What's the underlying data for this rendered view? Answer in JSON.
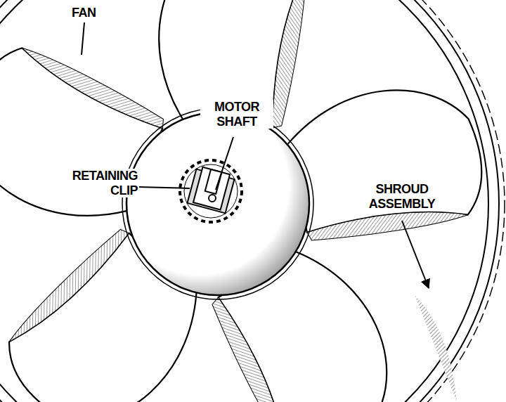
{
  "diagram": {
    "labels": [
      "FAN",
      "MOTOR SHAFT",
      "RETAINING CLIP",
      "SHROUD ASSEMBLY"
    ]
  }
}
